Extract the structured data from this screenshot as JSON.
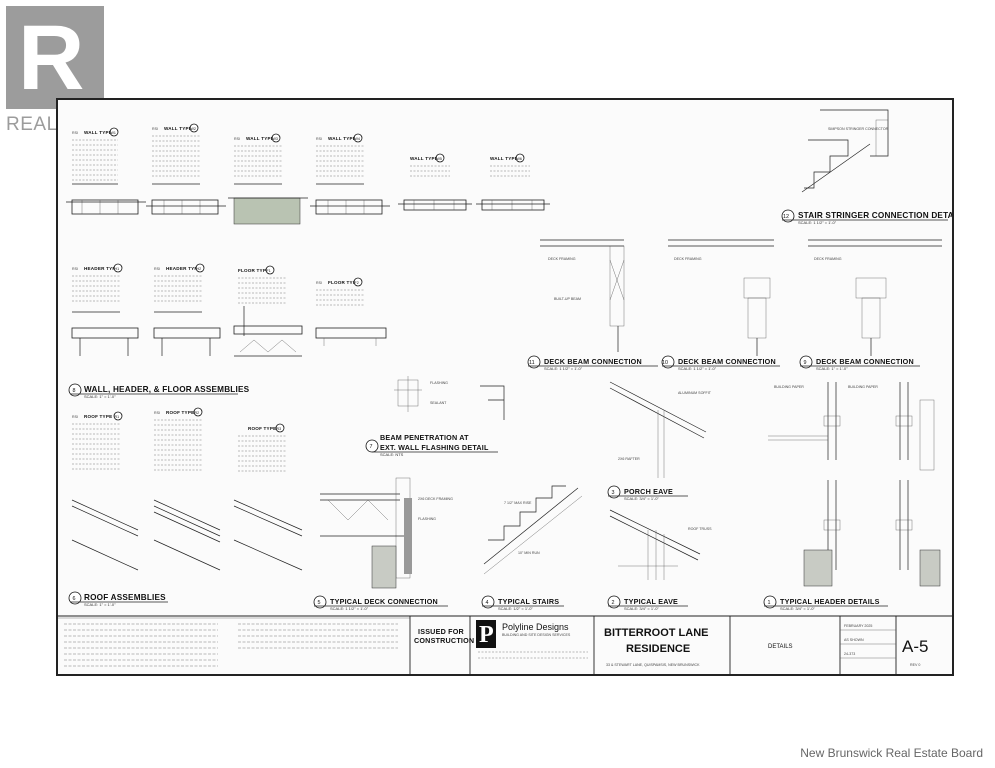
{
  "watermark": {
    "brand": "REALTOR",
    "registered": "®",
    "letter": "R"
  },
  "footer": {
    "board": "New Brunswick Real Estate Board"
  },
  "drawing": {
    "wall_types": [
      "WALL TYPE",
      "WALL TYPE",
      "WALL TYPE",
      "WALL TYPE",
      "WALL TYPE",
      "WALL TYPE"
    ],
    "wall_type_nums": [
      "W1",
      "W2",
      "W3",
      "W4",
      "W5",
      "W6"
    ],
    "header_types": [
      "HEADER TYPE",
      "HEADER TYPE"
    ],
    "header_type_nums": [
      "H1",
      "H2"
    ],
    "floor_types": [
      "FLOOR TYPE",
      "FLOOR TYPE"
    ],
    "floor_type_nums": [
      "F1",
      "F2"
    ],
    "roof_types": [
      "ROOF TYPE",
      "ROOF TYPE",
      "ROOF TYPE"
    ],
    "roof_type_nums": [
      "R1",
      "R2",
      "R3"
    ],
    "details": {
      "stair_stringer": {
        "num": "12",
        "title": "STAIR STRINGER CONNECTION DETAIL",
        "scale": "SCALE: 1 1/2\" = 1'-0\""
      },
      "deck_beam_11": {
        "num": "11",
        "title": "DECK BEAM CONNECTION",
        "scale": "SCALE: 1 1/2\" = 1'-0\""
      },
      "deck_beam_10": {
        "num": "10",
        "title": "DECK BEAM CONNECTION",
        "scale": "SCALE: 1 1/2\" = 1'-0\""
      },
      "deck_beam_9": {
        "num": "9",
        "title": "DECK BEAM CONNECTION",
        "scale": "SCALE: 1\" = 1'-0\""
      },
      "assemblies": {
        "num": "8",
        "title": "WALL, HEADER, & FLOOR ASSEMBLIES",
        "scale": "SCALE: 1\" = 1'-0\""
      },
      "beam_pen": {
        "num": "7",
        "title_1": "BEAM PENETRATION AT",
        "title_2": "EXT. WALL FLASHING DETAIL",
        "scale": "SCALE: NTS"
      },
      "roof_assemblies": {
        "num": "6",
        "title": "ROOF ASSEMBLIES",
        "scale": "SCALE: 1\" = 1'-0\""
      },
      "typical_deck": {
        "num": "5",
        "title": "TYPICAL DECK CONNECTION",
        "scale": "SCALE: 1 1/2\" = 1'-0\""
      },
      "typical_stairs": {
        "num": "4",
        "title": "TYPICAL STAIRS",
        "scale": "SCALE: 1/2\" = 1'-0\""
      },
      "porch_eave": {
        "num": "3",
        "title": "PORCH EAVE",
        "scale": "SCALE: 3/4\" = 1'-0\""
      },
      "typical_eave": {
        "num": "2",
        "title": "TYPICAL EAVE",
        "scale": "SCALE: 3/4\" = 1'-0\""
      },
      "typical_header": {
        "num": "1",
        "title": "TYPICAL HEADER DETAILS",
        "scale": "SCALE: 3/4\" = 1'-0\""
      }
    },
    "title_block": {
      "issued_1": "ISSUED FOR",
      "issued_2": "CONSTRUCTION",
      "company_mark": "P",
      "company": "Polyline Designs",
      "company_sub": "BUILDING AND SITE DESIGN SERVICES",
      "project_1": "BITTERROOT LANE",
      "project_2": "RESIDENCE",
      "project_address": "33 & STEWART LANE, QUISPAMSIS, NEW BRUNSWICK",
      "sheet_label": "DETAILS",
      "sheet_num": "A-5",
      "rev": "REV 0",
      "date": "FEBRUARY 2025",
      "scale_val": "AS SHOWN",
      "project_no": "24-373"
    }
  }
}
